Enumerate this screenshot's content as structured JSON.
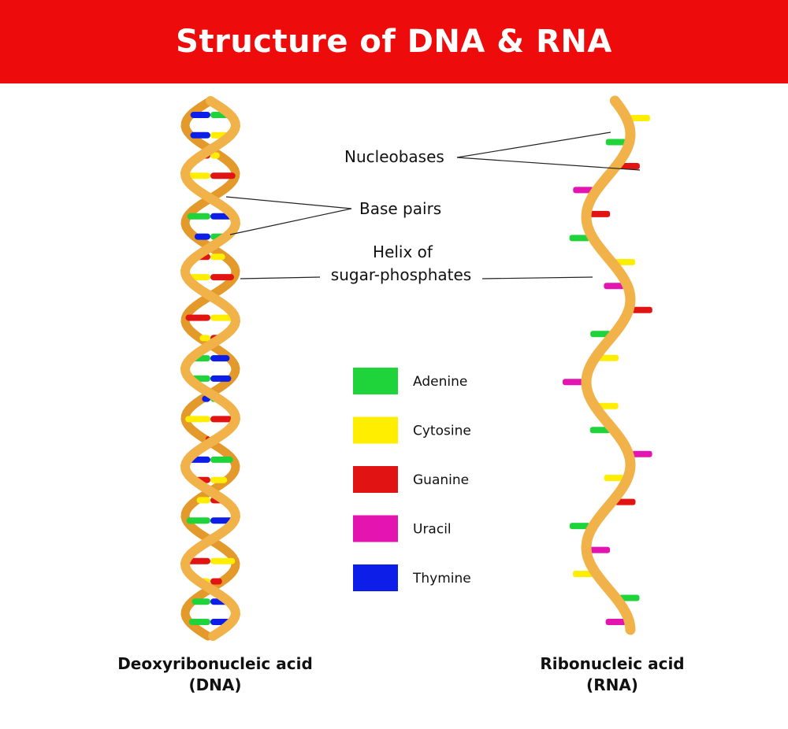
{
  "title": "Structure of DNA & RNA",
  "colors": {
    "banner": "#ee0b0b",
    "helix": "#f2b24a",
    "helix_shade": "#e39a2a",
    "adenine": "#1ed43a",
    "cytosine": "#ffee00",
    "guanine": "#e21313",
    "uracil": "#e414b0",
    "thymine": "#0c1ee8"
  },
  "callouts": {
    "nucleobases": "Nucleobases",
    "base_pairs": "Base pairs",
    "helix_line1": "Helix of",
    "helix_line2": "sugar-phosphates"
  },
  "legend": [
    {
      "key": "adenine",
      "label": "Adenine"
    },
    {
      "key": "cytosine",
      "label": "Cytosine"
    },
    {
      "key": "guanine",
      "label": "Guanine"
    },
    {
      "key": "uracil",
      "label": "Uracil"
    },
    {
      "key": "thymine",
      "label": "Thymine"
    }
  ],
  "dna": {
    "caption_line1": "Deoxyribonucleic acid",
    "caption_line2": "(DNA)",
    "base_pairs": [
      [
        "thymine",
        "adenine"
      ],
      [
        "thymine",
        "cytosine"
      ],
      [
        "guanine",
        "cytosine"
      ],
      [
        "cytosine",
        "guanine"
      ],
      [
        "adenine",
        "thymine"
      ],
      [
        "adenine",
        "thymine"
      ],
      [
        "thymine",
        "adenine"
      ],
      [
        "guanine",
        "cytosine"
      ],
      [
        "cytosine",
        "guanine"
      ],
      [
        "thymine",
        "adenine"
      ],
      [
        "guanine",
        "cytosine"
      ],
      [
        "cytosine",
        "guanine"
      ],
      [
        "adenine",
        "thymine"
      ],
      [
        "adenine",
        "thymine"
      ],
      [
        "thymine",
        "adenine"
      ],
      [
        "cytosine",
        "guanine"
      ],
      [
        "guanine",
        "cytosine"
      ],
      [
        "thymine",
        "adenine"
      ],
      [
        "guanine",
        "cytosine"
      ],
      [
        "cytosine",
        "guanine"
      ],
      [
        "adenine",
        "thymine"
      ],
      [
        "thymine",
        "adenine"
      ],
      [
        "guanine",
        "cytosine"
      ],
      [
        "cytosine",
        "guanine"
      ],
      [
        "adenine",
        "thymine"
      ],
      [
        "adenine",
        "thymine"
      ]
    ]
  },
  "rna": {
    "caption_line1": "Ribonucleic acid",
    "caption_line2": "(RNA)",
    "bases": [
      "cytosine",
      "adenine",
      "guanine",
      "uracil",
      "guanine",
      "adenine",
      "cytosine",
      "uracil",
      "guanine",
      "adenine",
      "cytosine",
      "uracil",
      "cytosine",
      "adenine",
      "uracil",
      "cytosine",
      "guanine",
      "adenine",
      "uracil",
      "cytosine",
      "adenine",
      "uracil"
    ]
  }
}
